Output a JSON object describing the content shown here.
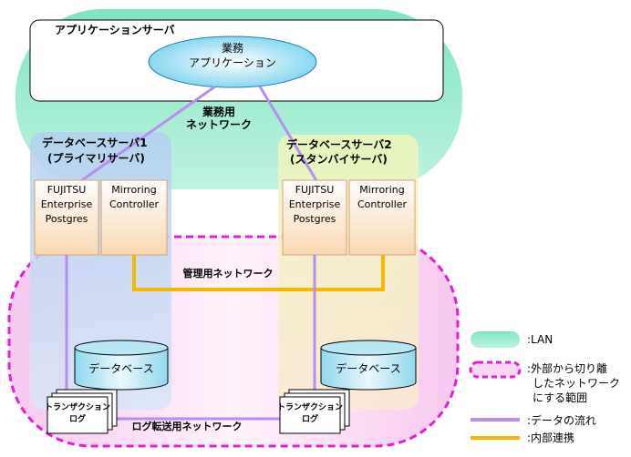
{
  "app_server": {
    "title": "アプリケーションサーバ",
    "app_label_line1": "業務",
    "app_label_line2": "アプリケーション"
  },
  "network_business": {
    "line1": "業務用",
    "line2": "ネットワーク"
  },
  "db_server1": {
    "title_line1": "データベースサーバ1",
    "title_line2": "(プライマリサーバ)",
    "fep_line1": "FUJITSU",
    "fep_line2": "Enterprise",
    "fep_line3": "Postgres",
    "mirroring_line1": "Mirroring",
    "mirroring_line2": "Controller",
    "database_label": "データベース",
    "txlog_line1": "トランザクション",
    "txlog_line2": "ログ"
  },
  "db_server2": {
    "title_line1": "データベースサーバ2",
    "title_line2": "(スタンバイサーバ)",
    "fep_line1": "FUJITSU",
    "fep_line2": "Enterprise",
    "fep_line3": "Postgres",
    "mirroring_line1": "Mirroring",
    "mirroring_line2": "Controller",
    "database_label": "データベース",
    "txlog_line1": "トランザクション",
    "txlog_line2": "ログ"
  },
  "network_admin": "管理用ネットワーク",
  "network_logship": "ログ転送用ネットワーク",
  "legend": {
    "lan": ":LAN",
    "isolated_line1": ":外部から切り離",
    "isolated_line2": "したネットワーク",
    "isolated_line3": "にする範囲",
    "data_flow": ":データの流れ",
    "internal": ":内部連携"
  },
  "colors": {
    "lan_fill": "#7fe6c1",
    "isolated_border": "#e020d0",
    "isolated_fill": "#fbd6f4",
    "data_flow": "#b88cf0",
    "internal": "#f5b800",
    "server1_fill": "#b9d3f2",
    "server2_fill": "#f2efc0",
    "component_fill": "#fde9d2",
    "ellipse_fill": "#7fd8f0"
  }
}
